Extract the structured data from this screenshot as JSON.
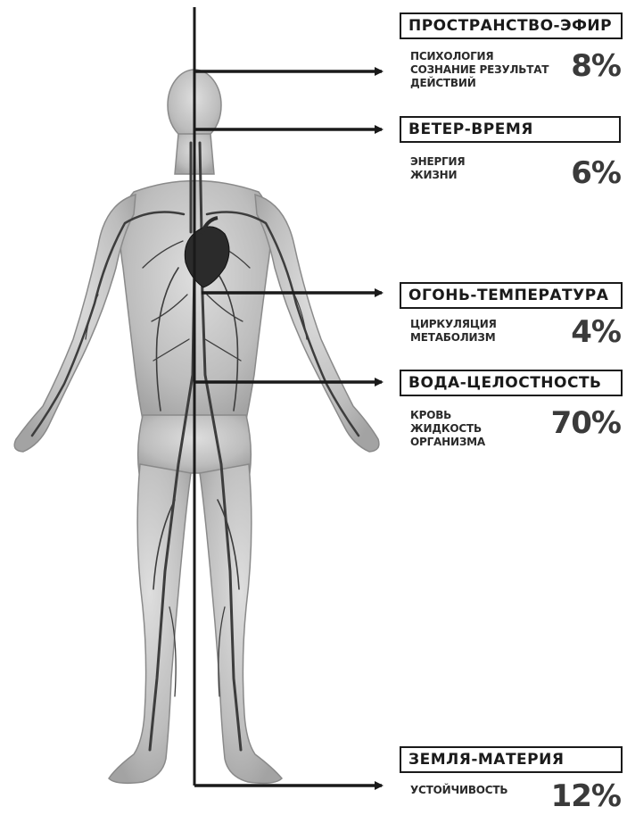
{
  "elements": [
    {
      "title": "ПРОСТРАНСТВО-ЭФИР",
      "lines": [
        "ПСИХОЛОГИЯ",
        "СОЗНАНИЕ РЕЗУЛЬТАТ",
        "ДЕЙСТВИЙ"
      ],
      "percent": "8%"
    },
    {
      "title": "ВЕТЕР-ВРЕМЯ",
      "lines": [
        "ЭНЕРГИЯ",
        "ЖИЗНИ"
      ],
      "percent": "6%"
    },
    {
      "title": "ОГОНЬ-ТЕМПЕРАТУРА",
      "lines": [
        "ЦИРКУЛЯЦИЯ",
        "МЕТАБОЛИЗМ"
      ],
      "percent": "4%"
    },
    {
      "title": "ВОДА-ЦЕЛОСТНОСТЬ",
      "lines": [
        "КРОВЬ",
        "ЖИДКОСТЬ",
        "ОРГАНИЗМА"
      ],
      "percent": "70%"
    },
    {
      "title": "ЗЕМЛЯ-МАТЕРИЯ",
      "lines": [
        "УСТОЙЧИВОСТЬ"
      ],
      "percent": "12%"
    }
  ],
  "colors": {
    "ink": "#1a1a1a",
    "body_fill": "#c9c9c9",
    "vessel": "#3d3d3d",
    "heart": "#2b2b2b"
  }
}
